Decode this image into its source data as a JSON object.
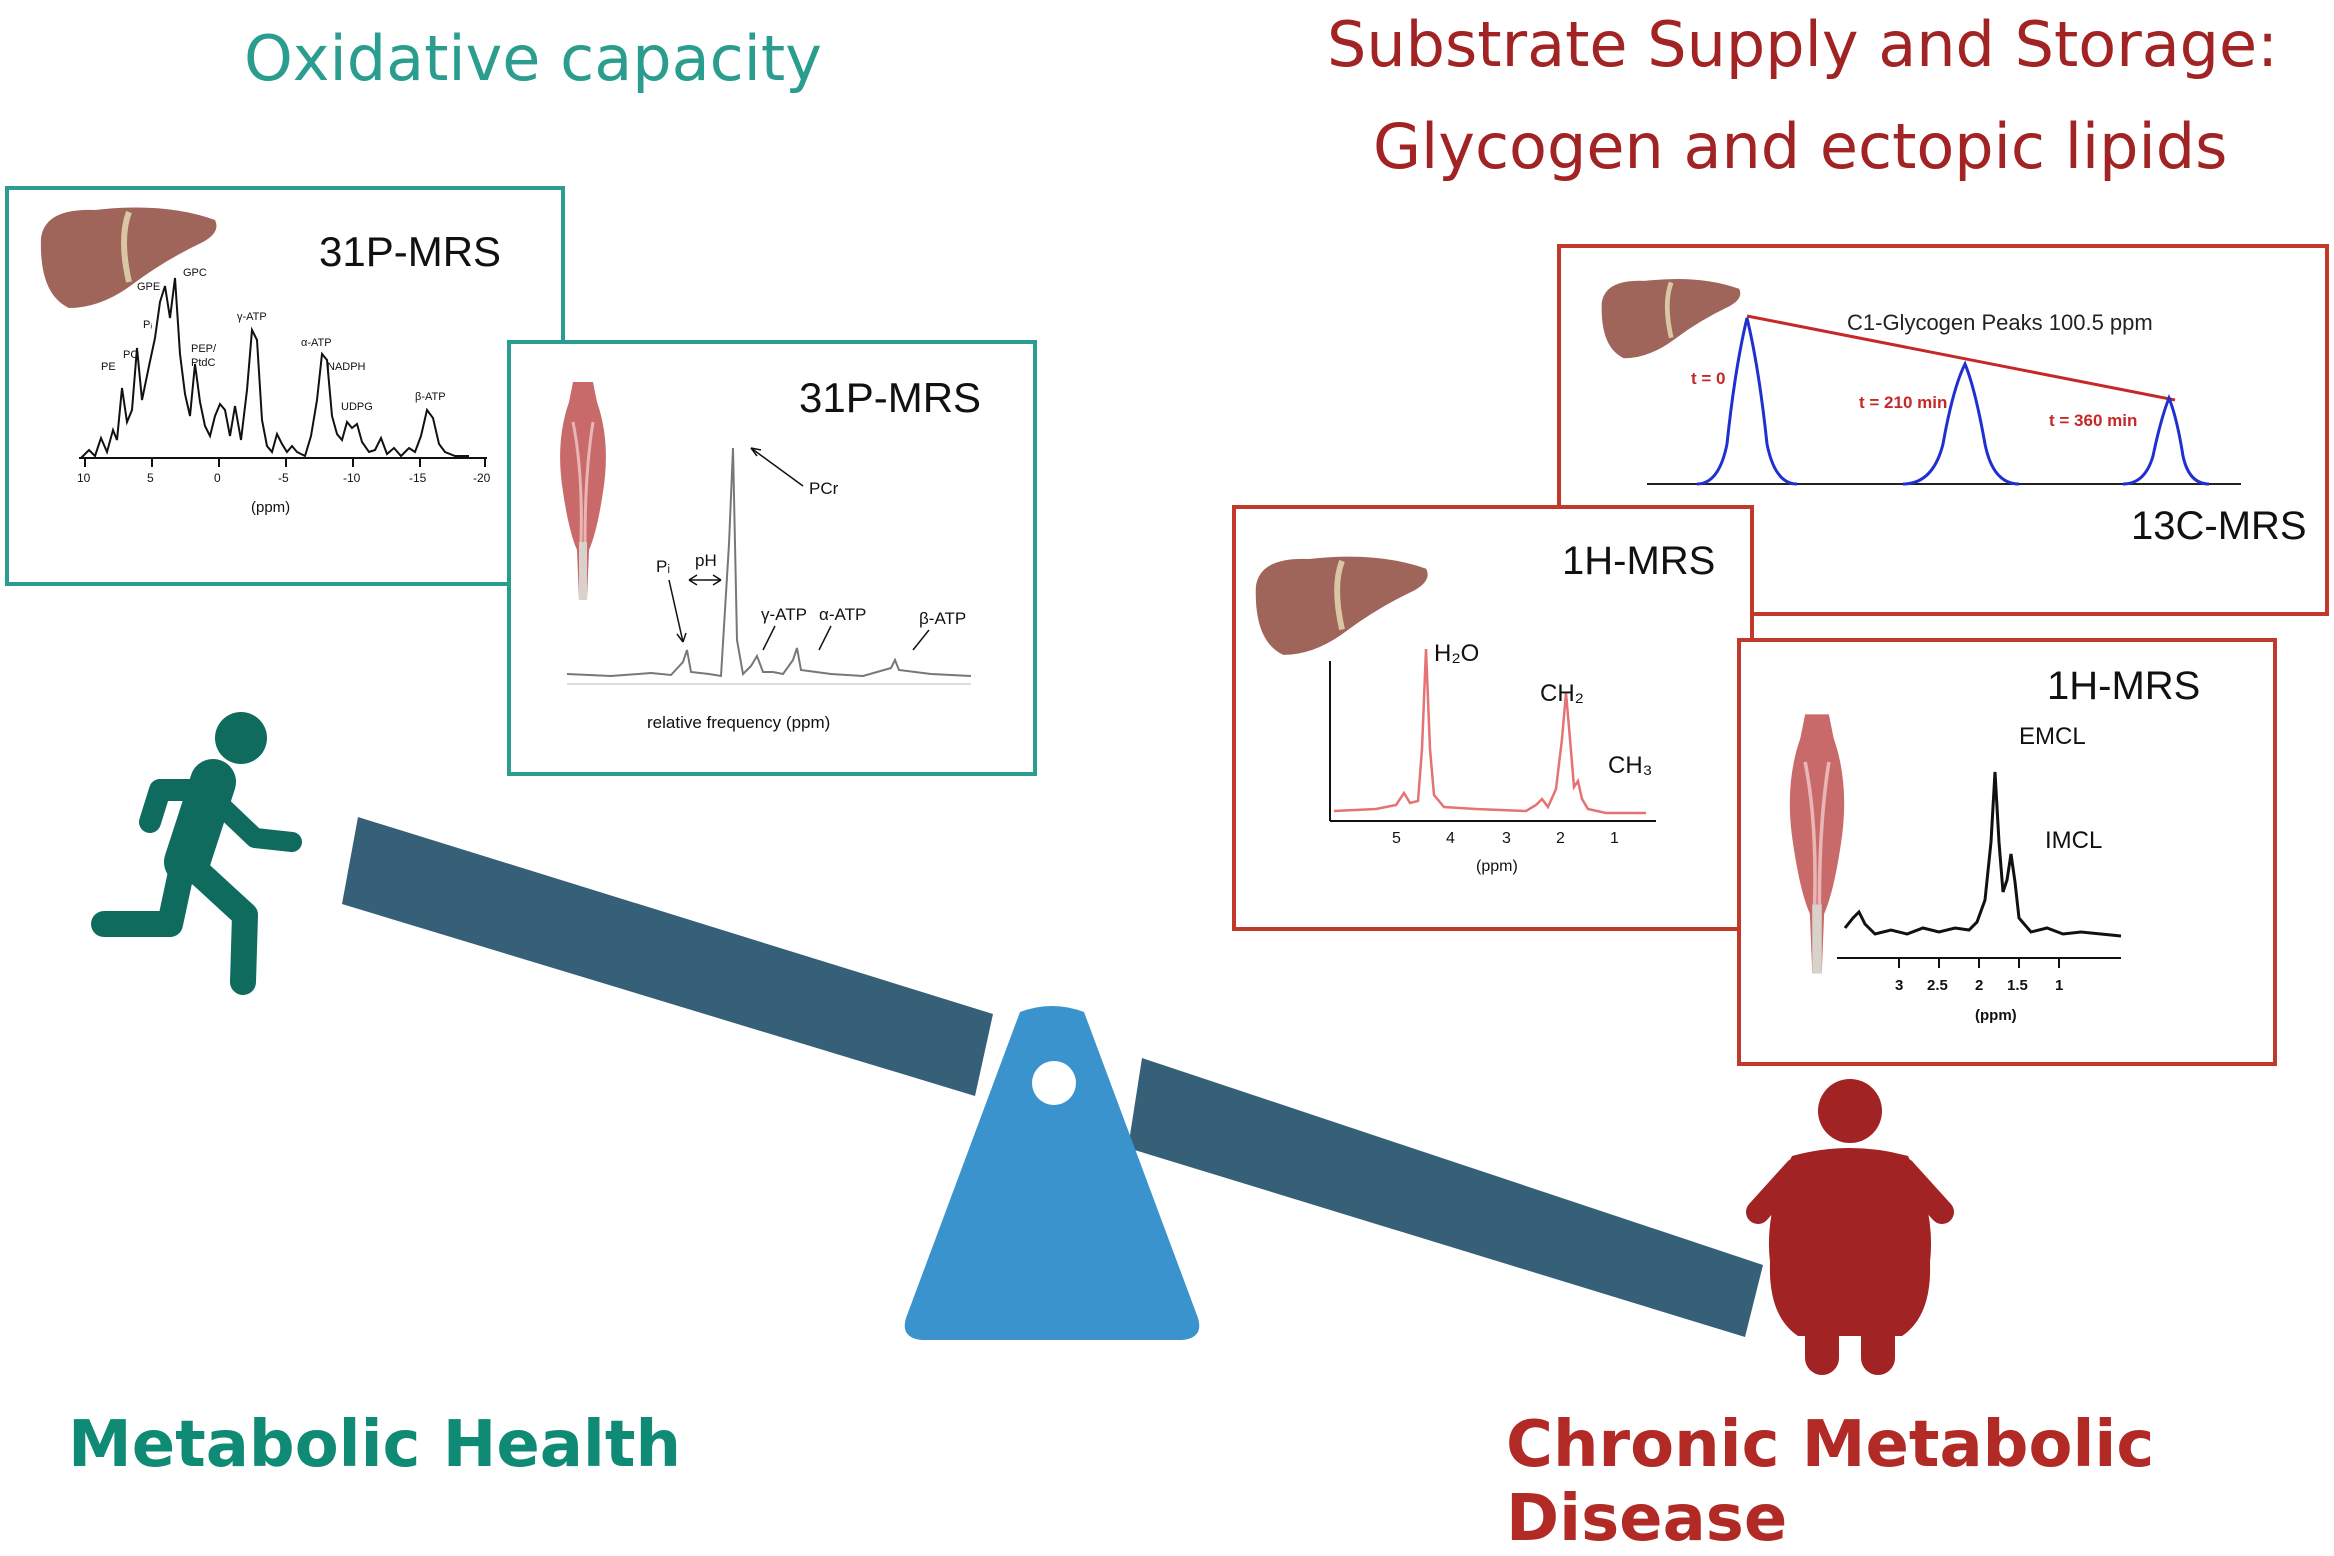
{
  "headings": {
    "oxidative_capacity": "Oxidative capacity",
    "substrate_line1": "Substrate Supply and Storage:",
    "substrate_line2": "Glycogen and ectopic lipids",
    "metabolic_health": "Metabolic Health",
    "chronic_disease": "Chronic Metabolic Disease"
  },
  "colors": {
    "teal": "#2a9d8f",
    "dark_teal": "#0f6b5e",
    "dark_red": "#a12323",
    "seesaw_beam": "#365f78",
    "seesaw_base": "#3a93cc",
    "spectrum_red": "#e57373",
    "spectrum_blue": "#1f2fd0"
  },
  "icons": {
    "liver": "liver-icon",
    "muscle": "muscle-icon",
    "runner": "runner-icon",
    "obese_person": "obese-person-icon"
  },
  "panel_liver_31p": {
    "title": "31P-MRS",
    "peaks": [
      "PE",
      "PC",
      "GPE",
      "Pᵢ",
      "GPC",
      "PEP/",
      "PtdC",
      "γ-ATP",
      "α-ATP",
      "NADPH",
      "UDPG",
      "β-ATP"
    ],
    "ticks": [
      "10",
      "5",
      "0",
      "-5",
      "-10",
      "-15",
      "-20"
    ],
    "xlabel": "(ppm)"
  },
  "panel_muscle_31p": {
    "title": "31P-MRS",
    "peaks": [
      "PCr",
      "Pᵢ",
      "pH",
      "γ-ATP",
      "α-ATP",
      "β-ATP"
    ],
    "xlabel": "relative frequency (ppm)"
  },
  "panel_13c": {
    "title": "13C-MRS",
    "caption": "C1-Glycogen Peaks 100.5 ppm",
    "times": [
      "t = 0",
      "t = 210 min",
      "t = 360 min"
    ]
  },
  "panel_liver_1h": {
    "title": "1H-MRS",
    "peaks": [
      "H₂O",
      "CH₂",
      "CH₃"
    ],
    "ticks": [
      "5",
      "4",
      "3",
      "2",
      "1"
    ],
    "xlabel": "(ppm)"
  },
  "panel_muscle_1h": {
    "title": "1H-MRS",
    "peaks": [
      "EMCL",
      "IMCL"
    ],
    "ticks": [
      "3",
      "2.5",
      "2",
      "1.5",
      "1"
    ],
    "xlabel": "(ppm)"
  }
}
